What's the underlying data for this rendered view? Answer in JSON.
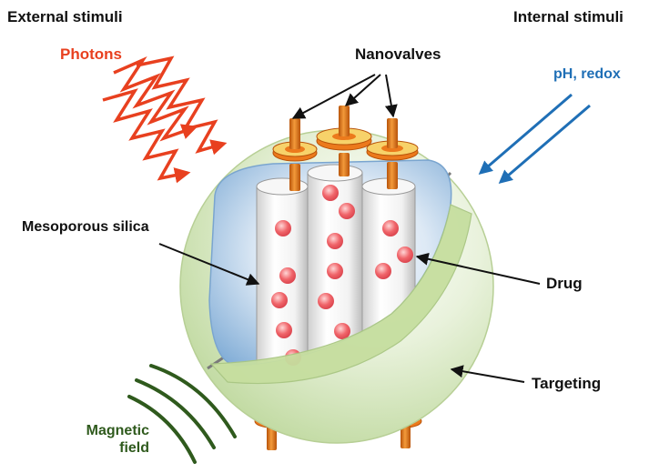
{
  "labels": {
    "external_stimuli": "External stimuli",
    "internal_stimuli": "Internal stimuli",
    "photons": "Photons",
    "nanovalves": "Nanovalves",
    "ph_redox": "pH, redox",
    "mesoporous_silica": "Mesoporous silica",
    "drug": "Drug",
    "targeting": "Targeting",
    "magnetic": "Magnetic",
    "field": "field"
  },
  "colors": {
    "photons": "#e8401f",
    "ph_redox": "#1f6fb6",
    "magnetic": "#2f5a1d",
    "text": "#111111",
    "shell": "#cfe3b1",
    "silica": "#9fc3e3",
    "valve": "#ec7a1c",
    "drug": "#f0656a"
  }
}
